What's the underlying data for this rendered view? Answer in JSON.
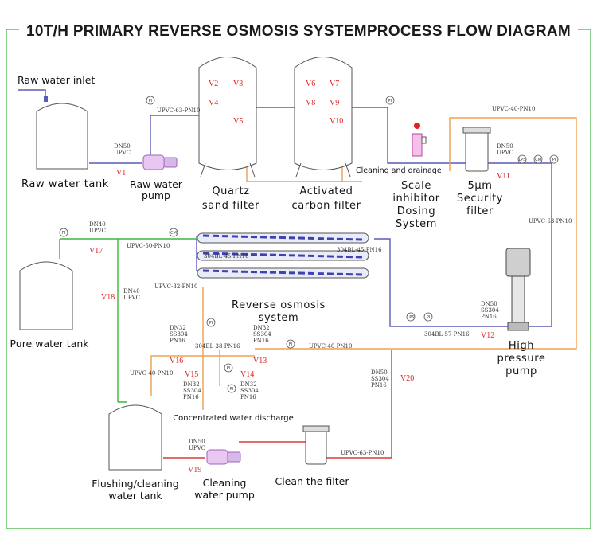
{
  "title": "10T/H PRIMARY REVERSE OSMOSIS SYSTEMPROCESS FLOW DIAGRAM",
  "labels": {
    "raw_water_inlet": "Raw water inlet",
    "raw_water_tank": "Raw water tank",
    "raw_water_pump": [
      "Raw water",
      "pump"
    ],
    "quartz_sand_filter": [
      "Quartz",
      "sand filter"
    ],
    "activated_carbon_filter": [
      "Activated",
      "carbon filter"
    ],
    "cleaning_drainage": "Cleaning and drainage",
    "scale_inhibitor": [
      "Scale",
      "inhibitor",
      "Dosing",
      "System"
    ],
    "security_filter": [
      "5μm",
      "Security",
      "filter"
    ],
    "pure_water_tank": "Pure water tank",
    "reverse_osmosis": [
      "Reverse osmosis",
      "system"
    ],
    "high_pressure_pump": [
      "High",
      "pressure",
      "pump"
    ],
    "concentrated_discharge": "Concentrated water discharge",
    "flushing_tank": [
      "Flushing/cleaning",
      "water tank"
    ],
    "cleaning_pump": [
      "Cleaning",
      "water pump"
    ],
    "clean_filter": "Clean the filter"
  },
  "valves": {
    "v1": "V1",
    "v2": "V2",
    "v3": "V3",
    "v4": "V4",
    "v5": "V5",
    "v6": "V6",
    "v7": "V7",
    "v8": "V8",
    "v9": "V9",
    "v10": "V10",
    "v11": "V11",
    "v12": "V12",
    "v13": "V13",
    "v14": "V14",
    "v15": "V15",
    "v16": "V16",
    "v17": "V17",
    "v18": "V18",
    "v19": "V19",
    "v20": "V20"
  },
  "specs": {
    "dn50_upvc_1": [
      "DN50",
      "UPVC"
    ],
    "upvc_63_a": "UPVC-63-PN10",
    "upvc_40_a": "UPVC-40-PN10",
    "dn50_upvc_11": [
      "DN50",
      "UPVC"
    ],
    "upvc_63_b": "UPVC-63-PN10",
    "dn40_upvc_17": [
      "DN40",
      "UPVC"
    ],
    "dn40_upvc_18": [
      "DN40",
      "UPVC"
    ],
    "upvc_50": "UPVC-50-PN10",
    "upvc_32": "UPVC-32-PN10",
    "ss_45_a": "304BL-45-PN16",
    "ss_45_b": "304BL-45-PN16",
    "dn50_ss_12": [
      "DN50",
      "SS304",
      "PN16"
    ],
    "ss_57": "304BL-57-PN16",
    "dn32_ss_16": [
      "DN32",
      "SS304",
      "PN16"
    ],
    "ss_38": "304BL-38-PN16",
    "dn32_ss_13": [
      "DN32",
      "SS304",
      "PN16"
    ],
    "upvc_40_b": "UPVC-40-PN10",
    "upvc_40_c": "UPVC-40-PN10",
    "dn32_ss_15": [
      "DN32",
      "SS304",
      "PN16"
    ],
    "dn32_ss_14": [
      "DN32",
      "SS304",
      "PN16"
    ],
    "dn50_ss_20": [
      "DN50",
      "SS304",
      "PN16"
    ],
    "dn50_upvc_19": [
      "DN50",
      "UPVC"
    ],
    "upvc_63_c": "UPVC-63-PN10"
  },
  "gauges": {
    "pi": "PI",
    "cm": "CM",
    "lps": "LPS",
    "fi": "FI"
  },
  "colors": {
    "blue_pipe": "#5a5ab8",
    "green_pipe": "#3bb53b",
    "red_pipe": "#d93a3a",
    "orange_pipe": "#f0a050",
    "valve_label": "#d22222",
    "membrane": "#4040b0"
  }
}
